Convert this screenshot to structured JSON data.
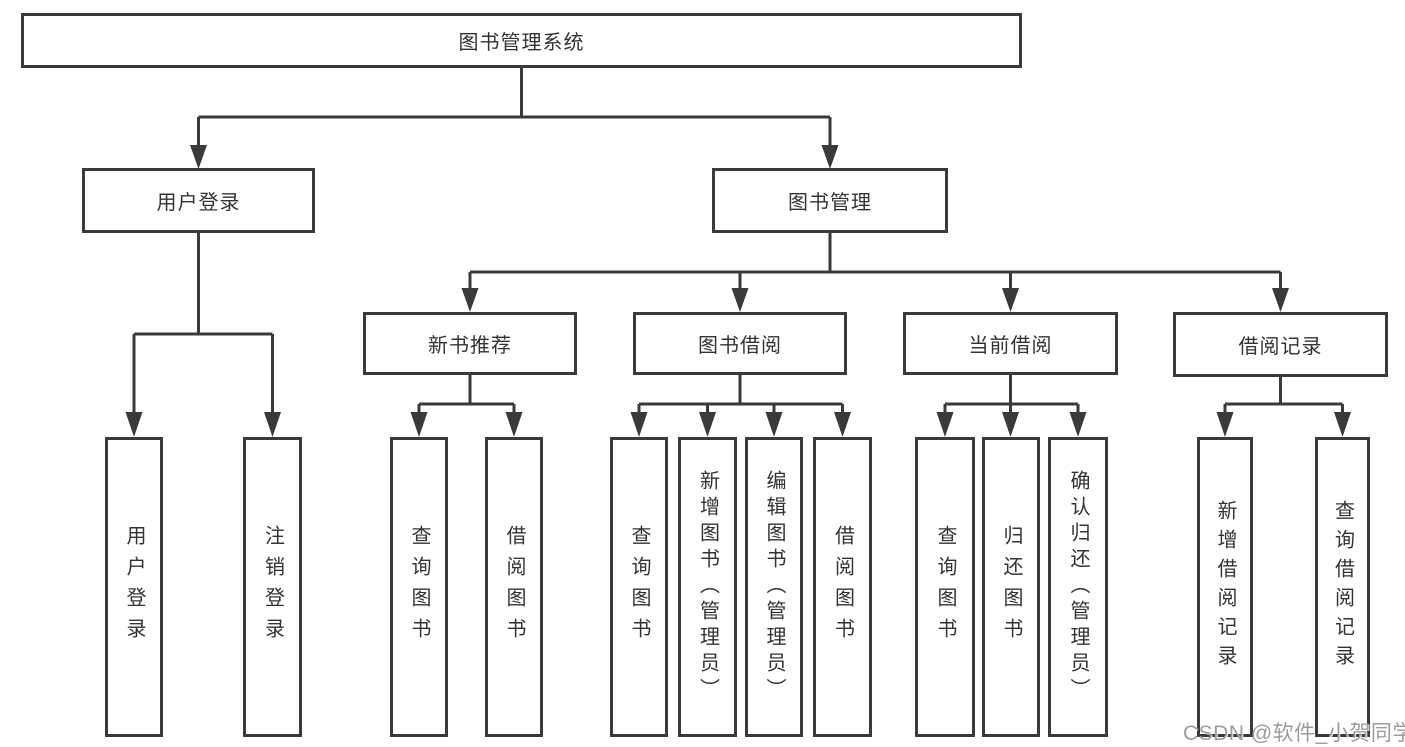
{
  "tree": {
    "root": {
      "label": "图书管理系统",
      "children": [
        {
          "label": "用户登录",
          "children": [
            {
              "label": "用户登录"
            },
            {
              "label": "注销登录"
            }
          ]
        },
        {
          "label": "图书管理",
          "children": [
            {
              "label": "新书推荐",
              "children": [
                {
                  "label": "查询图书"
                },
                {
                  "label": "借阅图书"
                }
              ]
            },
            {
              "label": "图书借阅",
              "children": [
                {
                  "label": "查询图书"
                },
                {
                  "label": "新增图书（管理员）"
                },
                {
                  "label": "编辑图书（管理员）"
                },
                {
                  "label": "借阅图书"
                }
              ]
            },
            {
              "label": "当前借阅",
              "children": [
                {
                  "label": "查询图书"
                },
                {
                  "label": "归还图书"
                },
                {
                  "label": "确认归还（管理员）"
                }
              ]
            },
            {
              "label": "借阅记录",
              "children": [
                {
                  "label": "新增借阅记录"
                },
                {
                  "label": "查询借阅记录"
                }
              ]
            }
          ]
        }
      ]
    }
  },
  "watermark": {
    "text": "CSDN @软件_小贺同学"
  },
  "colors": {
    "line": "#3a3a3a",
    "node_border": "#3a3a3a",
    "text": "#333333",
    "background": "#ffffff",
    "watermark": "#9c9c9c"
  }
}
